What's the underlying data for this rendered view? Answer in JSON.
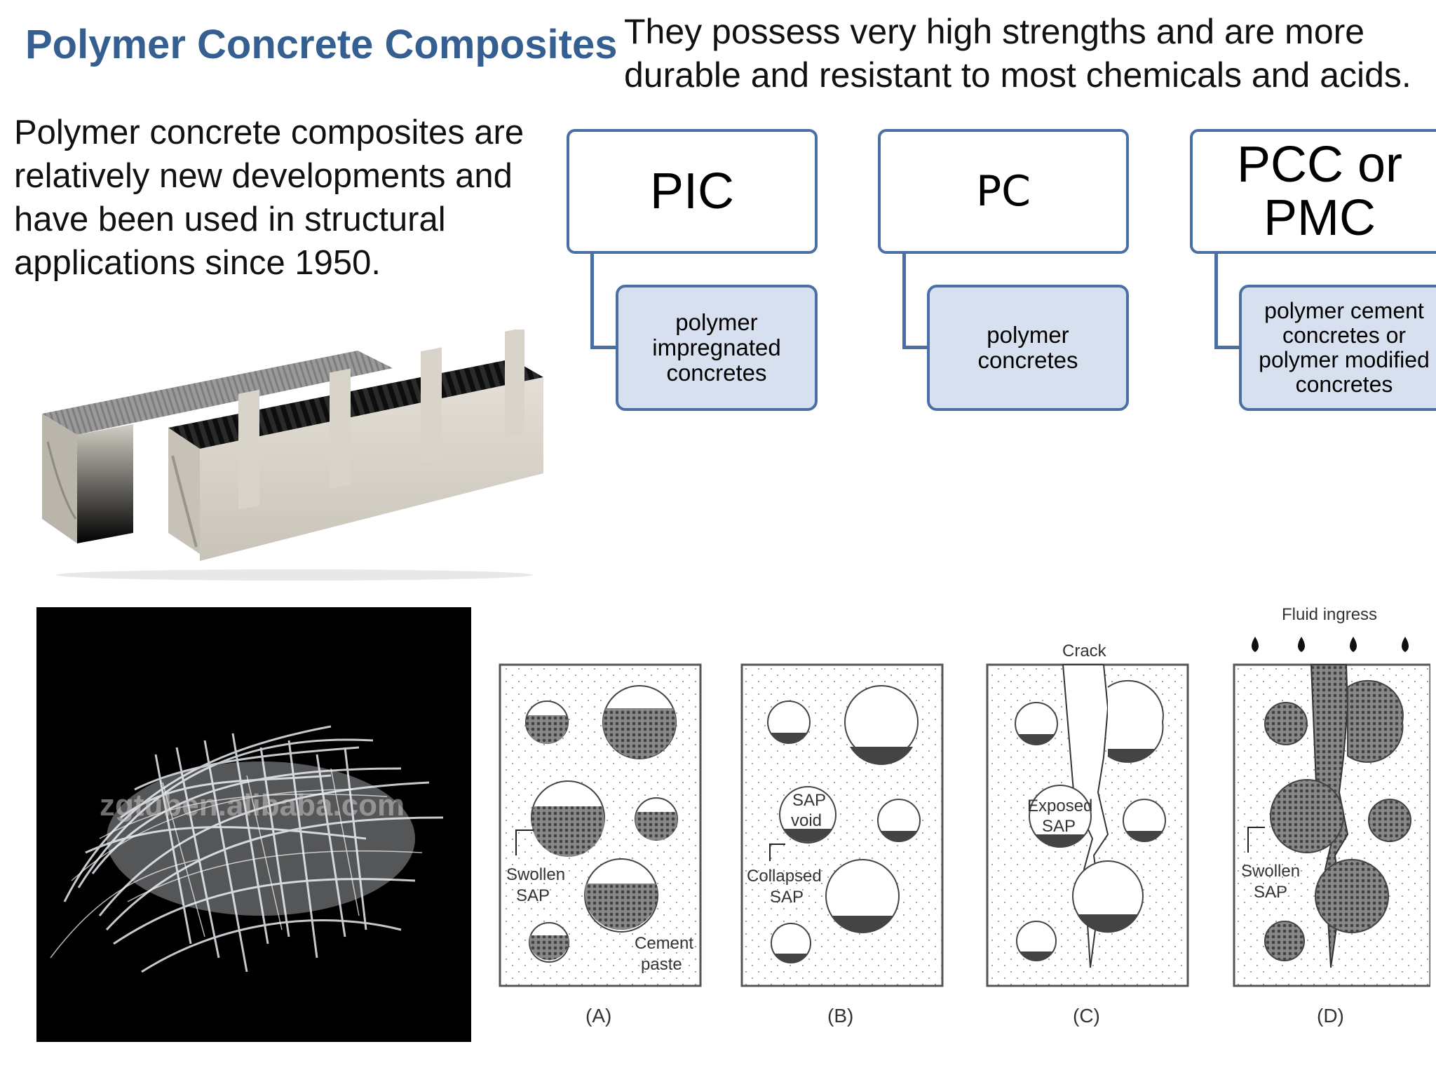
{
  "title": "Polymer Concrete Composites",
  "subtitle_lines": [
    "They possess very high strengths and are more",
    "durable and resistant to most chemicals and acids."
  ],
  "intro_lines": [
    "Polymer concrete composites are",
    "relatively new developments and",
    "have been used in structural",
    "applications since 1950."
  ],
  "types": [
    {
      "abbr_lines": [
        "PIC"
      ],
      "desc_lines": [
        "polymer",
        "impregnated",
        "concretes"
      ]
    },
    {
      "abbr_lines": [
        "PC"
      ],
      "desc_lines": [
        "polymer",
        "concretes"
      ]
    },
    {
      "abbr_lines": [
        "PCC or",
        "PMC"
      ],
      "desc_lines": [
        "polymer cement",
        "concretes or",
        "polymer modified",
        "concretes"
      ]
    }
  ],
  "colors": {
    "title": "#365f91",
    "box_border": "#4a6fa5",
    "box_fill": "#d7e0ee"
  },
  "fiber_photo": {
    "watermark": "zgtuben.alibaba.com"
  },
  "sap_diagram": {
    "panels": [
      "(A)",
      "(B)",
      "(C)",
      "(D)"
    ],
    "labels": {
      "swollen": [
        "Swollen",
        "SAP"
      ],
      "cement": [
        "Cement",
        "paste"
      ],
      "sap_void": [
        "SAP",
        "void"
      ],
      "collapsed": [
        "Collapsed",
        "SAP"
      ],
      "crack": "Crack",
      "exposed": [
        "Exposed",
        "SAP"
      ],
      "fluid_ingress": "Fluid ingress"
    }
  }
}
